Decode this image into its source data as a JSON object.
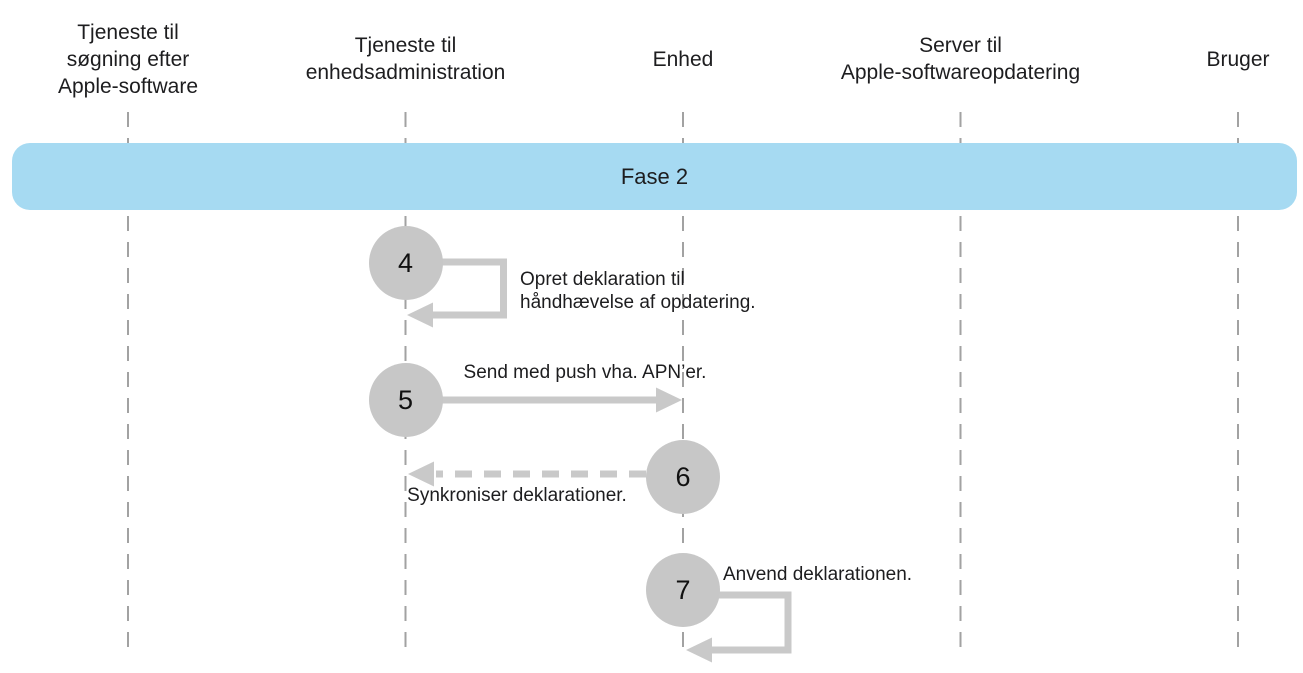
{
  "colors": {
    "text": "#1d1d1f",
    "phase_band": "#a6daf2",
    "step_circle": "#c7c7c7",
    "arrow": "#c9c9c9",
    "lifeline": "#a2a2a2",
    "background": "#ffffff"
  },
  "lanes": [
    {
      "lines": [
        "Tjeneste til",
        "søgning efter",
        "Apple-software"
      ]
    },
    {
      "lines": [
        "Tjeneste til",
        "enhedsadministration"
      ]
    },
    {
      "lines": [
        "Enhed"
      ]
    },
    {
      "lines": [
        "Server til",
        "Apple-softwareopdatering"
      ]
    },
    {
      "lines": [
        "Bruger"
      ]
    }
  ],
  "phase": {
    "label": "Fase 2"
  },
  "steps": [
    {
      "number": "4",
      "label_lines": [
        "Opret deklaration til",
        "håndhævelse af opdatering."
      ]
    },
    {
      "number": "5",
      "label": "Send med push vha. APN’er."
    },
    {
      "number": "6",
      "label": "Synkroniser deklarationer."
    },
    {
      "number": "7",
      "label": "Anvend deklarationen."
    }
  ]
}
